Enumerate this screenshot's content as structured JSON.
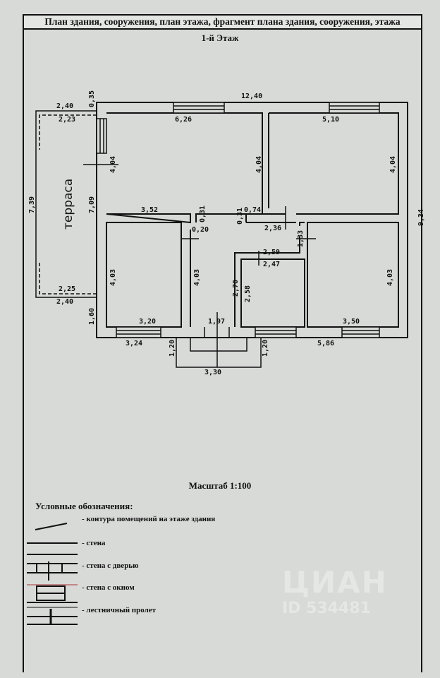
{
  "header": {
    "title": "План здания, сооружения, план этажа, фрагмент плана здания, сооружения, этажа",
    "floor": "1-й Этаж"
  },
  "plan": {
    "terrace_label": "терраса",
    "dims": {
      "overall_width": "12,40",
      "overall_height": "9,34",
      "terrace_top_outer": "2,40",
      "terrace_top_inner": "2,23",
      "terrace_bottom_inner": "2,25",
      "terrace_bottom_outer": "2,40",
      "terrace_height_outer": "7,39",
      "terrace_height_inner": "7,09",
      "offset_top": "0,35",
      "offset_bottom": "1,60",
      "room1_width": "6,26",
      "room1_height": "4,04",
      "room1_bottom": "3,52",
      "room2_width": "5,10",
      "room2_height": "4,04",
      "wall_a": "0,31",
      "wall_b": "0,20",
      "wall_c": "0,31",
      "wall_d": "0,74",
      "hall_top": "2,36",
      "wall_e": "1,33",
      "room3_height": "4,03",
      "room3_width": "3,20",
      "room3_outer": "3,24",
      "corridor_height": "4,03",
      "corridor_small": "2,70",
      "corridor_width": "1,97",
      "room4_top_outer": "2,59",
      "room4_top_inner": "2,47",
      "room4_height": "2,58",
      "room5_height": "4,03",
      "room5_width": "3,50",
      "right_outer": "5,86",
      "porch_left": "1,20",
      "porch_right": "1,20",
      "porch_width": "3,30"
    }
  },
  "scale": "Масштаб 1:100",
  "legend": {
    "title": "Условные обозначения:",
    "items": [
      {
        "icon": "room-contour",
        "label": "- контура помещений на этаже здания"
      },
      {
        "icon": "wall",
        "label": "- стена"
      },
      {
        "icon": "wall-door",
        "label": "- стена с дверью"
      },
      {
        "icon": "wall-window",
        "label": "- стена с окном"
      },
      {
        "icon": "stair-flight",
        "label": "- лестничный пролет"
      }
    ]
  },
  "watermark": {
    "brand": "ЦИАН",
    "id": "ID 534481"
  }
}
